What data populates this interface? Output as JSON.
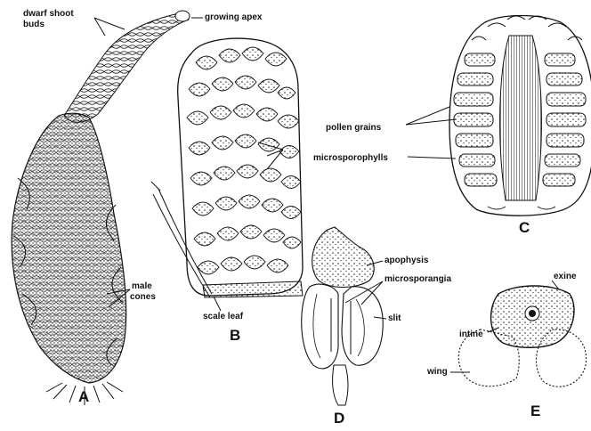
{
  "figure": {
    "panels": {
      "a": "A",
      "b": "B",
      "c": "C",
      "d": "D",
      "e": "E"
    },
    "labels": {
      "dwarf_shoot_buds_1": "dwarf shoot",
      "dwarf_shoot_buds_2": "buds",
      "growing_apex": "growing apex",
      "male_cones_1": "male",
      "male_cones_2": "cones",
      "scale_leaf": "scale leaf",
      "microsporophylls": "microsporophylls",
      "pollen_grains": "pollen grains",
      "apophysis": "apophysis",
      "microsporangia": "microsporangia",
      "slit": "slit",
      "exine": "exine",
      "intine": "intine",
      "wing": "wing"
    }
  }
}
